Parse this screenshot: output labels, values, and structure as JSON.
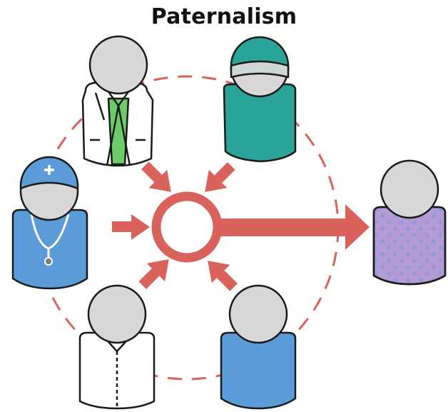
{
  "title": "Paternalism",
  "colors": {
    "accent": "#d9625c",
    "head": "#d8d8d8",
    "outline": "#1a1a1a",
    "doctor_coat": "#ffffff",
    "doctor_shirt": "#6ccc6a",
    "surgeon": "#2aa398",
    "surgeon_cap_band": "#cfd6d6",
    "nurse": "#5b9bd8",
    "patient": "#b49ad6",
    "patient_dots": "#8b9bd6",
    "person_blue": "#5b9bd8",
    "shirt": "#ffffff"
  },
  "figures": [
    {
      "role": "doctor",
      "icon": "doctor-icon"
    },
    {
      "role": "surgeon",
      "icon": "surgeon-icon"
    },
    {
      "role": "nurse",
      "icon": "nurse-icon"
    },
    {
      "role": "person-shirt",
      "icon": "person-shirt-icon"
    },
    {
      "role": "person-blue",
      "icon": "person-blue-icon"
    },
    {
      "role": "patient",
      "icon": "patient-icon"
    }
  ]
}
